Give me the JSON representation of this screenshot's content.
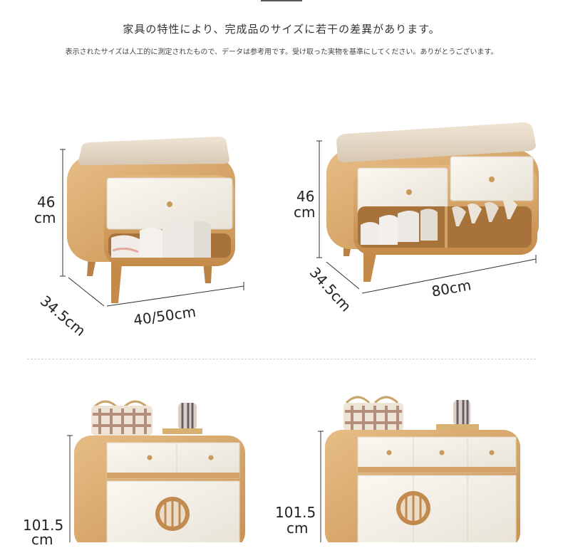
{
  "header": {
    "title": "家具の特性により、完成品のサイズに若干の差異があります。",
    "subtitle": "表示されたサイズは人工的に測定されたもので、データは参考用です。受け取った実物を基準にしてください。ありがとうございます。"
  },
  "bench_small": {
    "height": "46",
    "height_unit": "cm",
    "depth": "34.5cm",
    "width": "40/50cm"
  },
  "bench_large": {
    "height": "46",
    "height_unit": "cm",
    "depth": "34.5cm",
    "width": "80cm"
  },
  "cabinet_left": {
    "height": "101.5",
    "height_unit": "cm"
  },
  "cabinet_right": {
    "height": "101.5",
    "height_unit": "cm"
  }
}
